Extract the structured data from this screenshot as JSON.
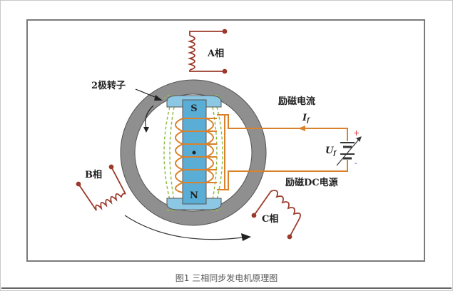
{
  "figure": {
    "labels": {
      "phase_a": "A相",
      "phase_b": "B相",
      "phase_c": "C相",
      "rotor": "2极转子",
      "excitation_current": "励磁电流",
      "current_symbol": "I",
      "current_sub": "f",
      "voltage_symbol": "U",
      "voltage_sub": "f",
      "dc_source": "励磁DC电源",
      "pole_s": "S",
      "pole_n": "N",
      "plus": "+",
      "minus": "-"
    },
    "colors": {
      "wire": "#d9822b",
      "coil": "#9b3a2a",
      "stator": "#8f8f8f",
      "rotor": "#5aaed6",
      "field": "#8fbf4a"
    }
  },
  "caption": "图1 三相同步发电机原理图"
}
